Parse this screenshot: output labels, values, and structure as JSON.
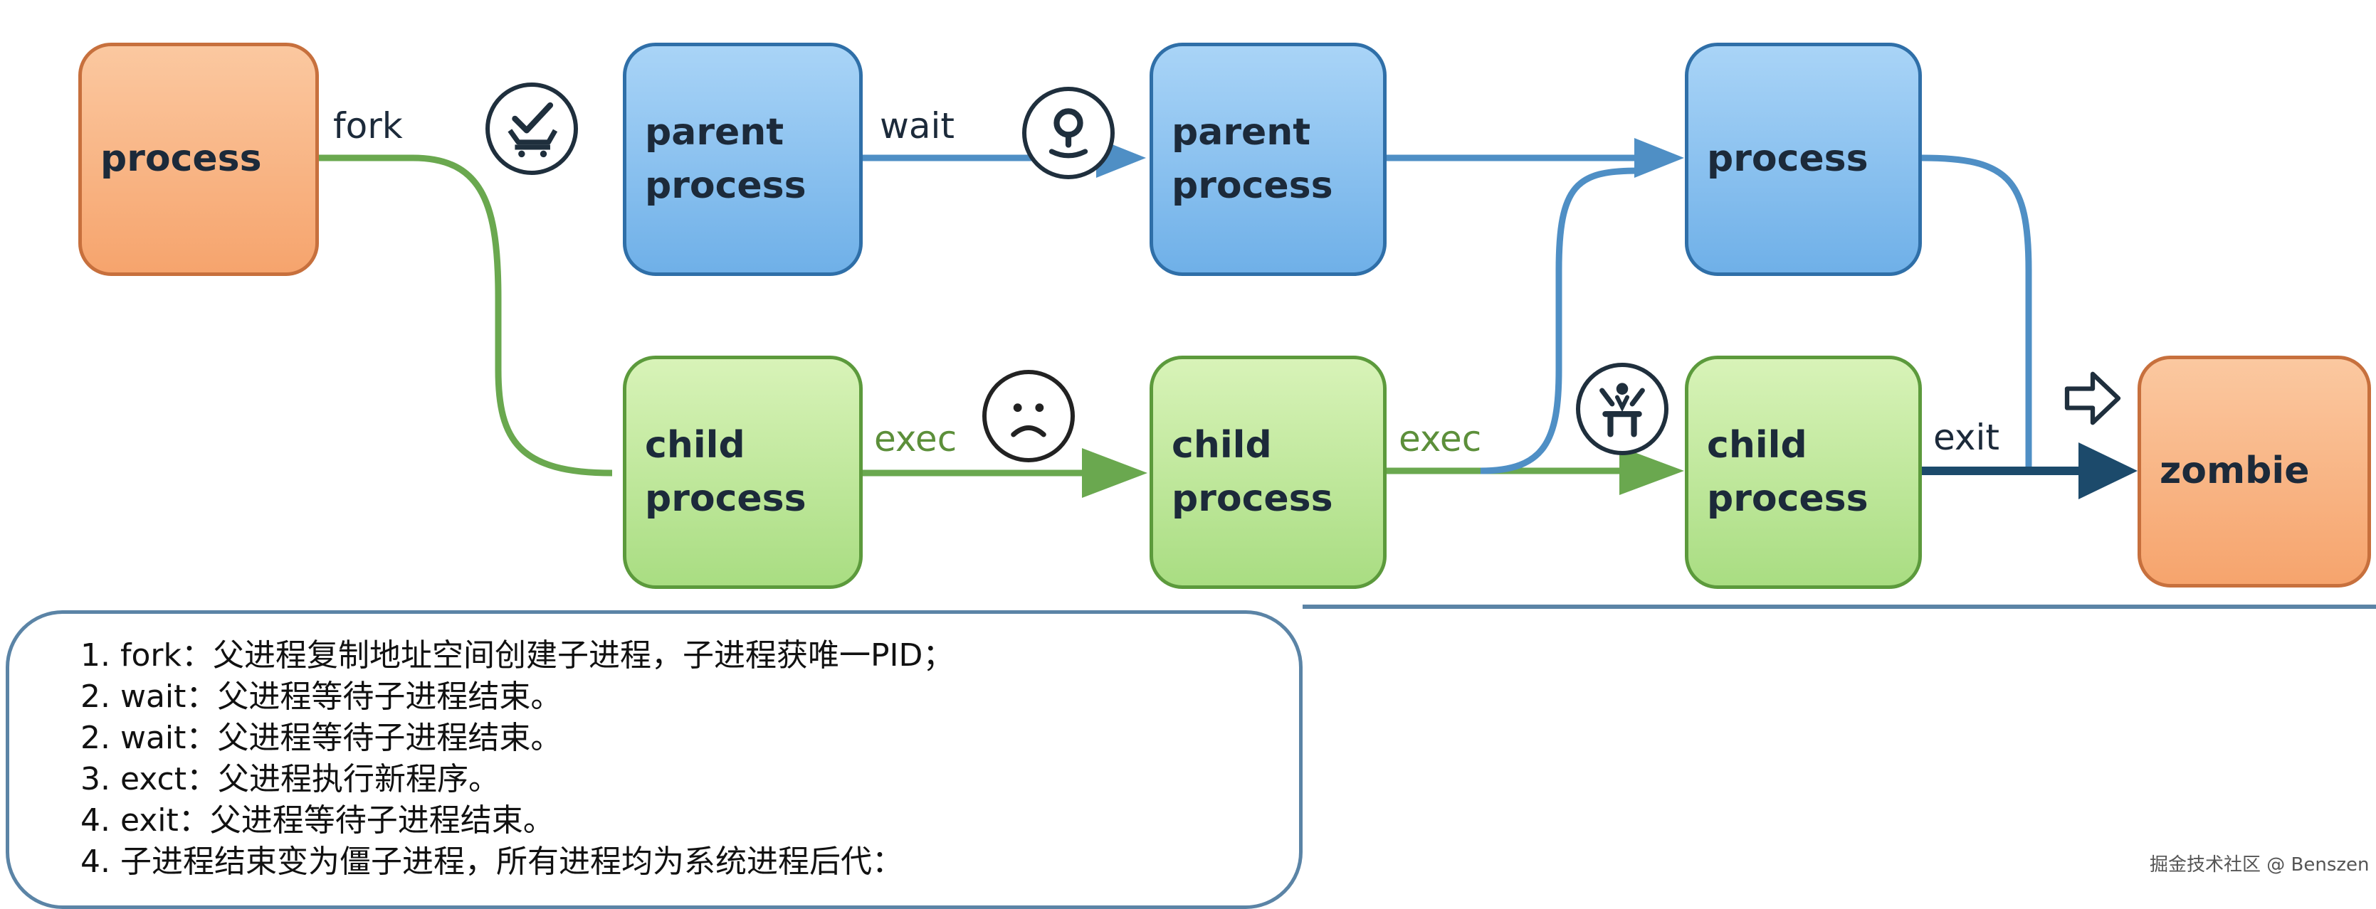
{
  "nodes": {
    "process_start": "process",
    "parent_1": "parent\nprocess",
    "parent_2": "parent\nprocess",
    "process_top": "process",
    "child_1": "child\nprocess",
    "child_2": "child\nprocess",
    "child_3": "child\nprocess",
    "zombie": "zombie"
  },
  "edges": {
    "fork": "fork",
    "wait": "wait",
    "exec_1": "exec",
    "exec_2": "exec",
    "exit": "exit"
  },
  "icons": [
    "checkmark-cart-icon",
    "lightbulb-person-icon",
    "sad-face-icon",
    "waving-person-icon",
    "arrow-right-outline-icon"
  ],
  "colors": {
    "orange": "#f6a46d",
    "blue": "#6fb0e8",
    "green": "#a9dd82",
    "green_line": "#6aa84f",
    "blue_line": "#4f8fc5",
    "navy_line": "#1c4a6b"
  },
  "notes": [
    "1. fork：父进程复制地址空间创建子进程，子进程获唯一PID；",
    "2. wait：父进程等待子进程结束。",
    "2. wait：父进程等待子进程结束。",
    "3. exct：父进程执行新程序。",
    "4. exit：父进程等待子进程结束。",
    "4. 子进程结束变为僵子进程，所有进程均为系统进程后代："
  ],
  "watermark": "掘金技术社区 @ Benszen"
}
